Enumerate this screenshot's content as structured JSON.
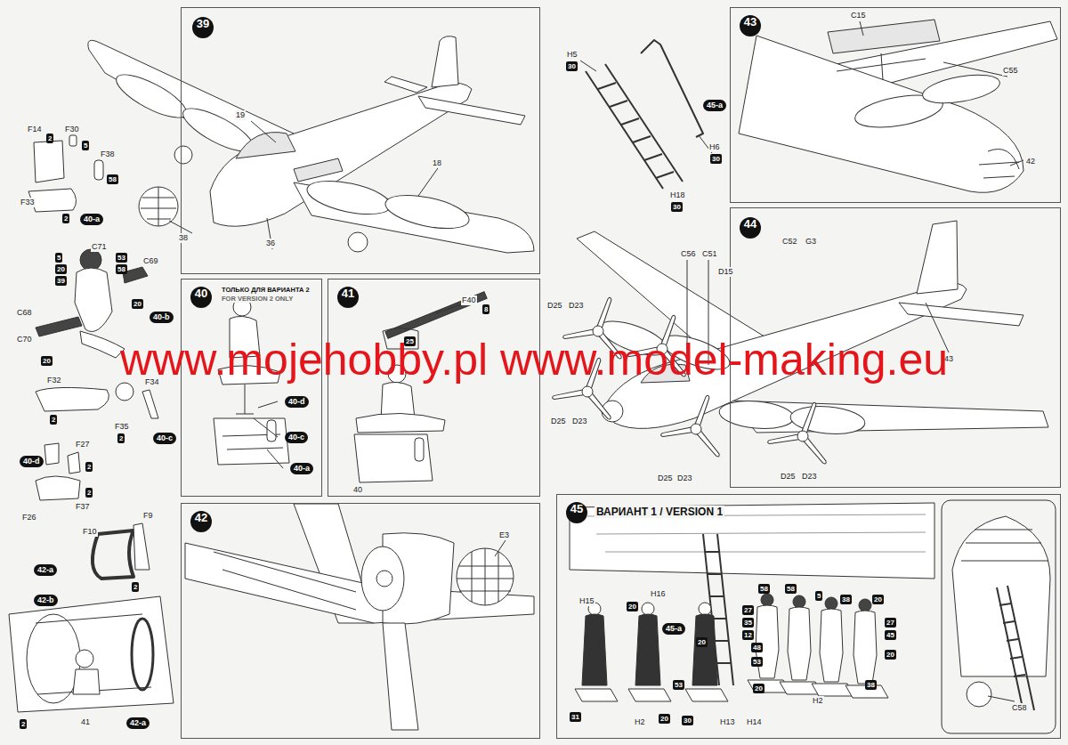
{
  "diagram": {
    "nodes": [
      {
        "text": [
          "39"
        ]
      },
      {
        "text": [
          "40",
          "ТОЛЬКО ДЛЯ ВАРИАНТА 2",
          "FOR VERSION 2 ONLY"
        ]
      },
      {
        "text": [
          "41"
        ]
      },
      {
        "text": [
          "42"
        ]
      },
      {
        "text": [
          "43"
        ]
      },
      {
        "text": [
          "44"
        ]
      },
      {
        "text": [
          "45",
          "ВАРИАНТ 1 / VERSION 1"
        ]
      }
    ],
    "labels": [
      "F14",
      "2",
      "F30",
      "5",
      "F38",
      "58",
      "F33",
      "2",
      "40-a",
      "C71",
      "5",
      "20",
      "39",
      "53",
      "58",
      "C69",
      "C68",
      "C70",
      "20",
      "40-b",
      "20",
      "F32",
      "2",
      "F34",
      "F35",
      "2",
      "40-c",
      "40-d",
      "F27",
      "2",
      "F37",
      "2",
      "F26",
      "F9",
      "F10",
      "2",
      "42-a",
      "42-b",
      "2",
      "41",
      "42-a",
      "19",
      "18",
      "38",
      "36",
      "40-d",
      "40-c",
      "40-a",
      "F40",
      "8",
      "25",
      "40",
      "E3",
      "H5",
      "30",
      "45-a",
      "H6",
      "30",
      "H18",
      "30",
      "C15",
      "C55",
      "42",
      "C56",
      "C51",
      "D15",
      "C52",
      "G3",
      "43",
      "D25",
      "D23",
      "D25",
      "D23",
      "D25",
      "D23",
      "D25",
      "D23",
      "20",
      "H15",
      "H16",
      "45-a",
      "20",
      "35",
      "12",
      "27",
      "48",
      "53",
      "20",
      "58",
      "58",
      "5",
      "38",
      "20",
      "27",
      "45",
      "20",
      "38",
      "53",
      "30",
      "31",
      "20",
      "H2",
      "H13",
      "H14",
      "H2",
      "C58",
      "www.mojehobby.pl www.model-making.eu"
    ]
  }
}
